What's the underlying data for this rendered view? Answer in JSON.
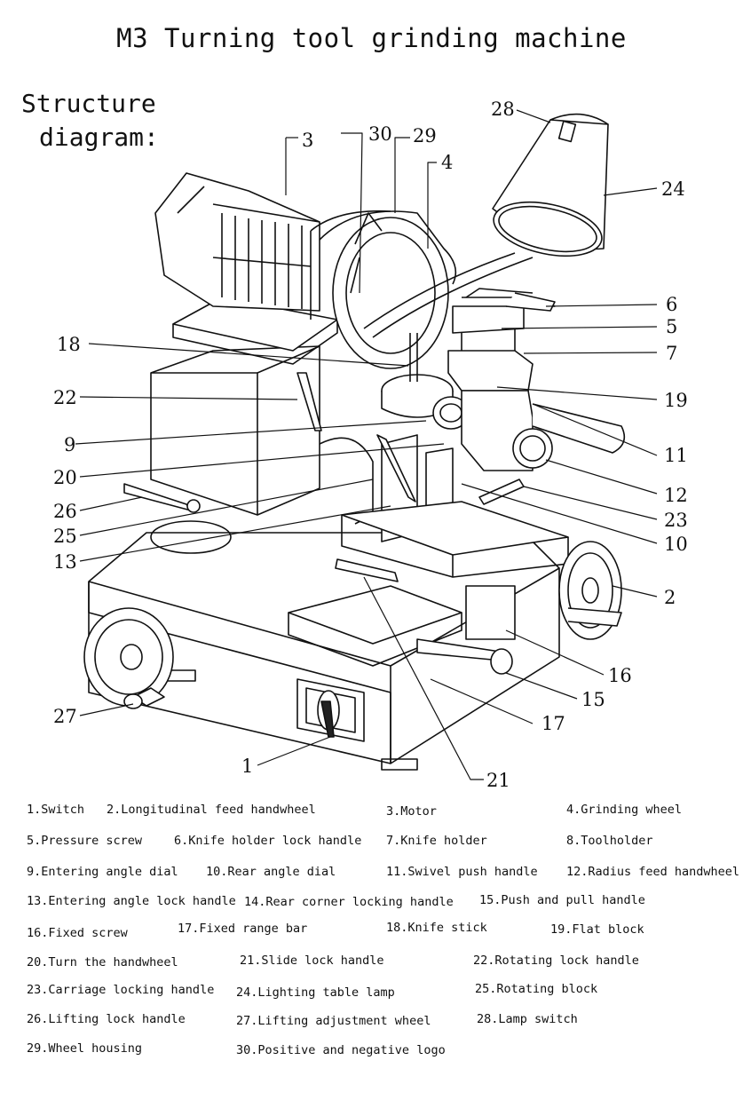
{
  "title": "M3 Turning tool grinding machine",
  "subtitle_line1": "Structure",
  "subtitle_line2": "diagram:",
  "callouts": [
    "1",
    "2",
    "3",
    "4",
    "5",
    "6",
    "7",
    "9",
    "10",
    "11",
    "12",
    "13",
    "15",
    "16",
    "17",
    "18",
    "19",
    "20",
    "21",
    "22",
    "23",
    "24",
    "25",
    "26",
    "27",
    "28",
    "29",
    "30"
  ],
  "legend": [
    "1.Switch",
    "2.Longitudinal feed handwheel",
    "3.Motor",
    "4.Grinding wheel",
    "5.Pressure screw",
    "6.Knife holder lock handle",
    "7.Knife holder",
    "8.Toolholder",
    "9.Entering angle dial",
    "10.Rear angle dial",
    "11.Swivel push handle",
    "12.Radius feed handwheel",
    "13.Entering angle lock handle",
    "14.Rear corner locking handle",
    "15.Push and pull handle",
    "16.Fixed screw",
    "17.Fixed range bar",
    "18.Knife stick",
    "19.Flat block",
    "20.Turn the handwheel",
    "21.Slide lock handle",
    "22.Rotating lock handle",
    "23.Carriage locking handle",
    "24.Lighting table lamp",
    "25.Rotating block",
    "26.Lifting lock handle",
    "27.Lifting adjustment wheel",
    "28.Lamp switch",
    "29.Wheel housing",
    "30.Positive and negative logo"
  ]
}
